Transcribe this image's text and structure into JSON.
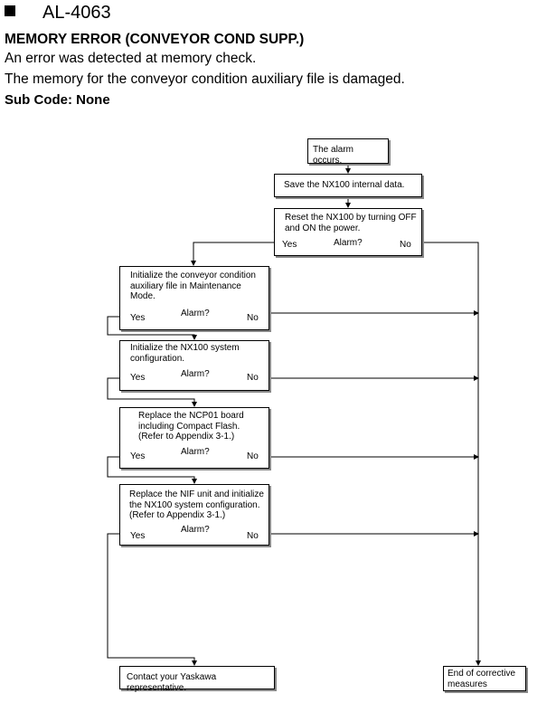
{
  "header": {
    "code": "AL-4063",
    "title": "MEMORY ERROR (CONVEYOR COND SUPP.)",
    "description_1": "An error was detected at memory check.",
    "description_2": "The memory for the conveyor condition auxiliary file is damaged.",
    "sub_code": "Sub Code: None"
  },
  "flowchart": {
    "start": "The alarm occurs.",
    "save": "Save the NX100 internal data.",
    "reset": "Reset the NX100 by turning OFF and ON the power.",
    "init_conveyor": "Initialize the conveyor condition auxiliary file in Maintenance Mode.",
    "init_system": "Initialize the NX100 system configuration.",
    "replace_ncp01": "Replace the NCP01 board including Compact Flash. (Refer to Appendix 3-1.)",
    "replace_nif": "Replace the NIF unit and initialize the NX100 system configuration. (Refer to Appendix 3-1.)",
    "contact": "Contact your Yaskawa representative.",
    "end": "End of corrective measures",
    "decision_label": "Alarm?",
    "yes": "Yes",
    "no": "No"
  }
}
